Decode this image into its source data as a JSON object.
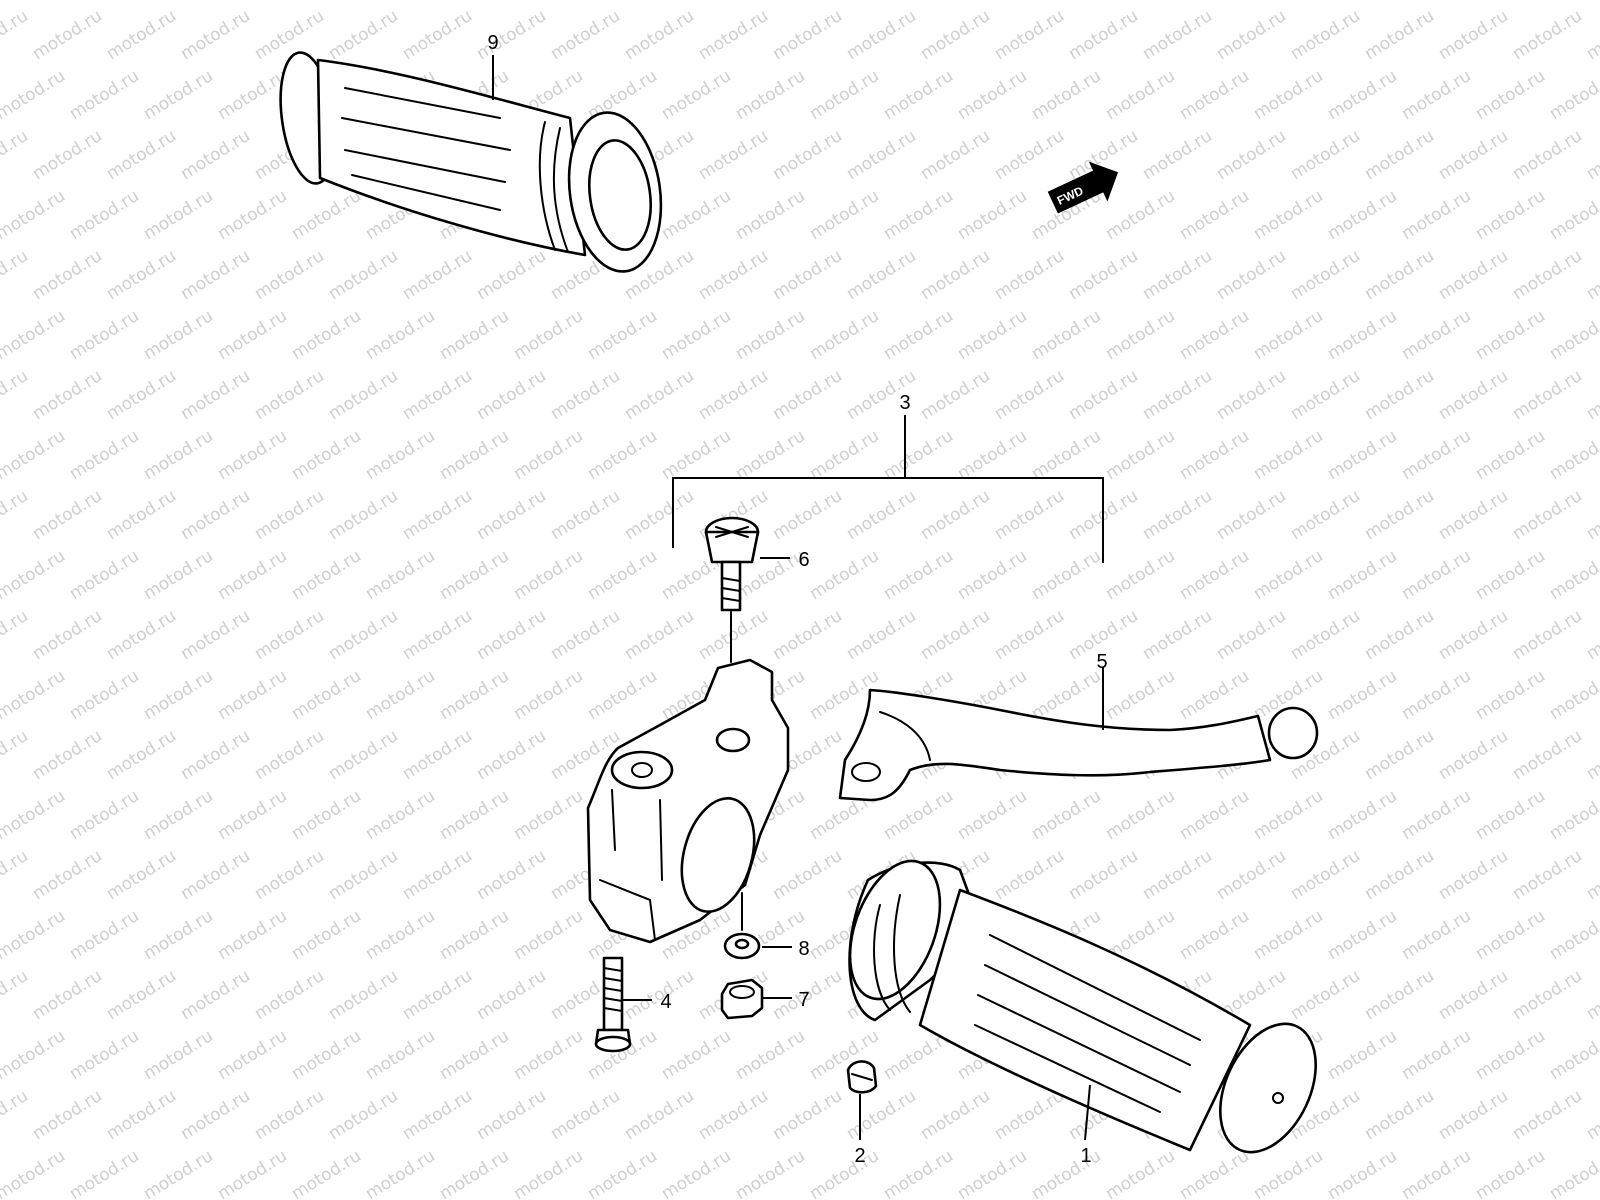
{
  "watermark": {
    "text": "motod.ru",
    "color": "#cfcfcf"
  },
  "direction_marker": {
    "label": "FWD",
    "icon": "forward-arrow-icon"
  },
  "callouts": [
    {
      "id": "part-9",
      "number": "9"
    },
    {
      "id": "part-3",
      "number": "3"
    },
    {
      "id": "part-6",
      "number": "6"
    },
    {
      "id": "part-5",
      "number": "5"
    },
    {
      "id": "part-8",
      "number": "8"
    },
    {
      "id": "part-4",
      "number": "4"
    },
    {
      "id": "part-7",
      "number": "7"
    },
    {
      "id": "part-2",
      "number": "2"
    },
    {
      "id": "part-1",
      "number": "1"
    }
  ]
}
